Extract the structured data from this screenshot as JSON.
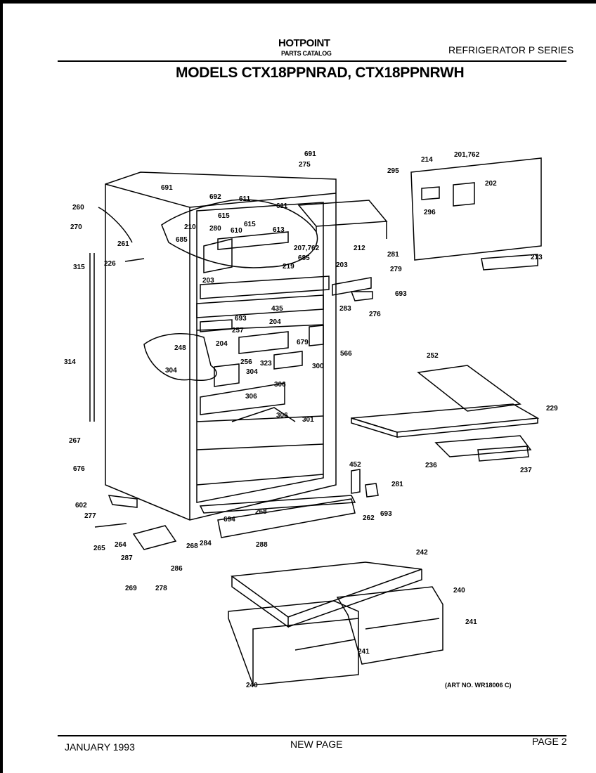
{
  "header": {
    "brand": "HOTPOINT",
    "brand_sub": "PARTS CATALOG",
    "series": "REFRIGERATOR P SERIES",
    "title": "MODELS CTX18PPNRAD, CTX18PPNRWH"
  },
  "footer": {
    "date": "JANUARY 1993",
    "new_page": "NEW PAGE",
    "page": "PAGE 2"
  },
  "art_no": "(ART NO. WR18006 C)",
  "callouts": [
    "691",
    "275",
    "295",
    "214",
    "201,762",
    "202",
    "296",
    "213",
    "281",
    "279",
    "693",
    "276",
    "260",
    "270",
    "261",
    "315",
    "226",
    "691",
    "692",
    "611",
    "615",
    "611",
    "610",
    "615",
    "613",
    "210",
    "280",
    "685",
    "207,762",
    "685",
    "212",
    "219",
    "203",
    "203",
    "283",
    "435",
    "693",
    "204",
    "257",
    "204",
    "679",
    "566",
    "248",
    "256",
    "323",
    "300",
    "304",
    "304",
    "306",
    "306",
    "306",
    "301",
    "252",
    "229",
    "236",
    "237",
    "314",
    "267",
    "676",
    "602",
    "277",
    "452",
    "281",
    "262",
    "693",
    "268",
    "694",
    "284",
    "288",
    "265",
    "264",
    "287",
    "268",
    "286",
    "269",
    "278",
    "242",
    "240",
    "241",
    "241",
    "240"
  ]
}
